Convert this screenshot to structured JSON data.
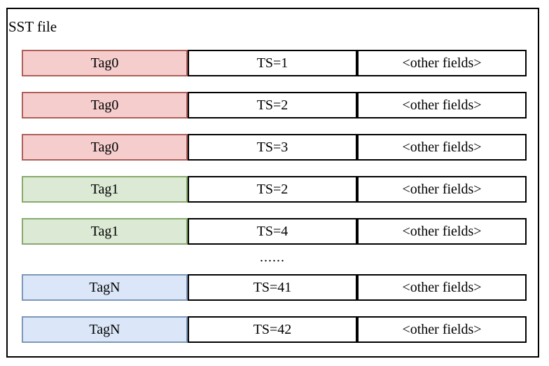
{
  "title": "SST file",
  "colors": {
    "tag0_fill": "#f6cdcd",
    "tag0_border": "#ad6058",
    "tag1_fill": "#dcead5",
    "tag1_border": "#86aa6c",
    "tagN_fill": "#dbe7f8",
    "tagN_border": "#7b97b8"
  },
  "ellipsis": "......",
  "rows": [
    {
      "type": "record",
      "variant": "tag0",
      "tag": "Tag0",
      "ts": "TS=1",
      "other": "<other fields>"
    },
    {
      "type": "record",
      "variant": "tag0",
      "tag": "Tag0",
      "ts": "TS=2",
      "other": "<other fields>"
    },
    {
      "type": "record",
      "variant": "tag0",
      "tag": "Tag0",
      "ts": "TS=3",
      "other": "<other fields>"
    },
    {
      "type": "record",
      "variant": "tag1",
      "tag": "Tag1",
      "ts": "TS=2",
      "other": "<other fields>"
    },
    {
      "type": "record",
      "variant": "tag1",
      "tag": "Tag1",
      "ts": "TS=4",
      "other": "<other fields>"
    },
    {
      "type": "ellipsis"
    },
    {
      "type": "record",
      "variant": "tagN",
      "tag": "TagN",
      "ts": "TS=41",
      "other": "<other fields>"
    },
    {
      "type": "record",
      "variant": "tagN",
      "tag": "TagN",
      "ts": "TS=42",
      "other": "<other fields>"
    }
  ]
}
